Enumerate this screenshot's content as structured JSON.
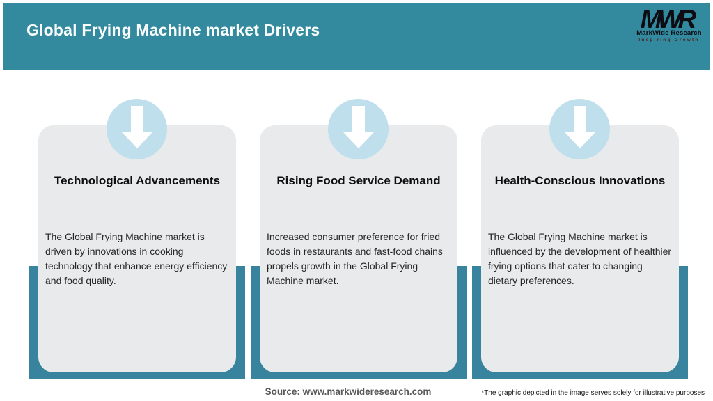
{
  "header": {
    "title": "Global Frying Machine market Drivers",
    "logo": {
      "acronym": "MWR",
      "name": "MarkWide Research",
      "tagline": "Inspiring Growth"
    }
  },
  "cards": [
    {
      "icon": "down-arrow-icon",
      "title": "Technological Advancements",
      "description": "The Global Frying Machine market is driven by innovations in cooking technology that enhance energy efficiency and food quality."
    },
    {
      "icon": "down-arrow-icon",
      "title": "Rising Food Service Demand",
      "description": "Increased consumer preference for fried foods in restaurants and fast-food chains propels growth in the Global Frying Machine market."
    },
    {
      "icon": "down-arrow-icon",
      "title": "Health-Conscious Innovations",
      "description": "The Global Frying Machine market is influenced by the development of healthier frying options that cater to changing dietary preferences."
    }
  ],
  "footer": {
    "source": "Source: www.markwideresearch.com",
    "disclaimer": "*The graphic depicted in the image serves solely for illustrative purposes"
  },
  "colors": {
    "header_teal": "#338A9E",
    "frame_teal": "#38839D",
    "card_gray": "#E8EAEB",
    "circle_blue": "#BEDFEB",
    "tagline_maroon": "#4B2A2A"
  }
}
